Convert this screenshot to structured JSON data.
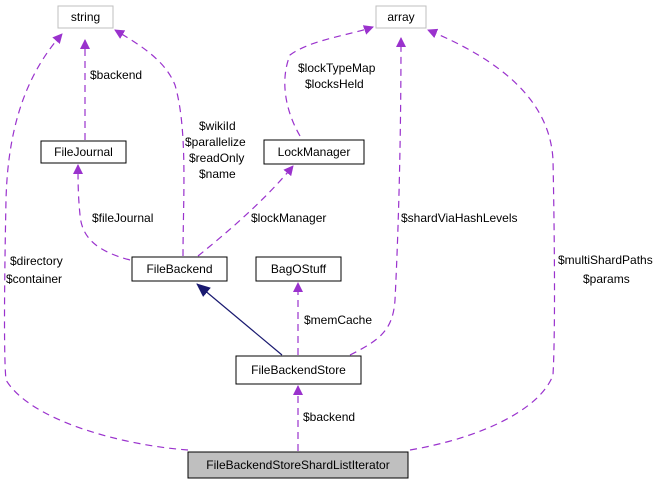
{
  "diagram": {
    "type": "collaboration-graph",
    "nodes": [
      {
        "id": "string",
        "label": "string",
        "style": "external"
      },
      {
        "id": "array",
        "label": "array",
        "style": "external"
      },
      {
        "id": "FileJournal",
        "label": "FileJournal",
        "style": "class"
      },
      {
        "id": "LockManager",
        "label": "LockManager",
        "style": "class"
      },
      {
        "id": "FileBackend",
        "label": "FileBackend",
        "style": "class"
      },
      {
        "id": "BagOStuff",
        "label": "BagOStuff",
        "style": "class"
      },
      {
        "id": "FileBackendStore",
        "label": "FileBackendStore",
        "style": "class"
      },
      {
        "id": "FileBackendStoreShardListIterator",
        "label": "FileBackendStoreShardListIterator",
        "style": "focus"
      }
    ],
    "edges": [
      {
        "from": "FileJournal",
        "to": "string",
        "kind": "usage",
        "labels": [
          "$backend"
        ]
      },
      {
        "from": "LockManager",
        "to": "array",
        "kind": "usage",
        "labels": [
          "$lockTypeMap",
          "$locksHeld"
        ]
      },
      {
        "from": "FileBackend",
        "to": "string",
        "kind": "usage",
        "labels": [
          "$wikiId",
          "$parallelize",
          "$readOnly",
          "$name"
        ]
      },
      {
        "from": "FileBackend",
        "to": "FileJournal",
        "kind": "usage",
        "labels": [
          "$fileJournal"
        ]
      },
      {
        "from": "FileBackend",
        "to": "LockManager",
        "kind": "usage",
        "labels": [
          "$lockManager"
        ]
      },
      {
        "from": "FileBackendStore",
        "to": "array",
        "kind": "usage",
        "labels": [
          "$shardViaHashLevels"
        ]
      },
      {
        "from": "FileBackendStore",
        "to": "BagOStuff",
        "kind": "usage",
        "labels": [
          "$memCache"
        ]
      },
      {
        "from": "FileBackendStore",
        "to": "FileBackend",
        "kind": "inheritance",
        "labels": []
      },
      {
        "from": "FileBackendStoreShardListIterator",
        "to": "string",
        "kind": "usage",
        "labels": [
          "$directory",
          "$container"
        ]
      },
      {
        "from": "FileBackendStoreShardListIterator",
        "to": "array",
        "kind": "usage",
        "labels": [
          "$multiShardPaths",
          "$params"
        ]
      },
      {
        "from": "FileBackendStoreShardListIterator",
        "to": "FileBackendStore",
        "kind": "usage",
        "labels": [
          "$backend"
        ]
      }
    ],
    "colors": {
      "usage_edge": "#9a32cd",
      "inheritance_edge": "#191970",
      "external_border": "#bfbfbf",
      "class_border": "#000000",
      "focus_fill": "#bfbfbf"
    }
  }
}
